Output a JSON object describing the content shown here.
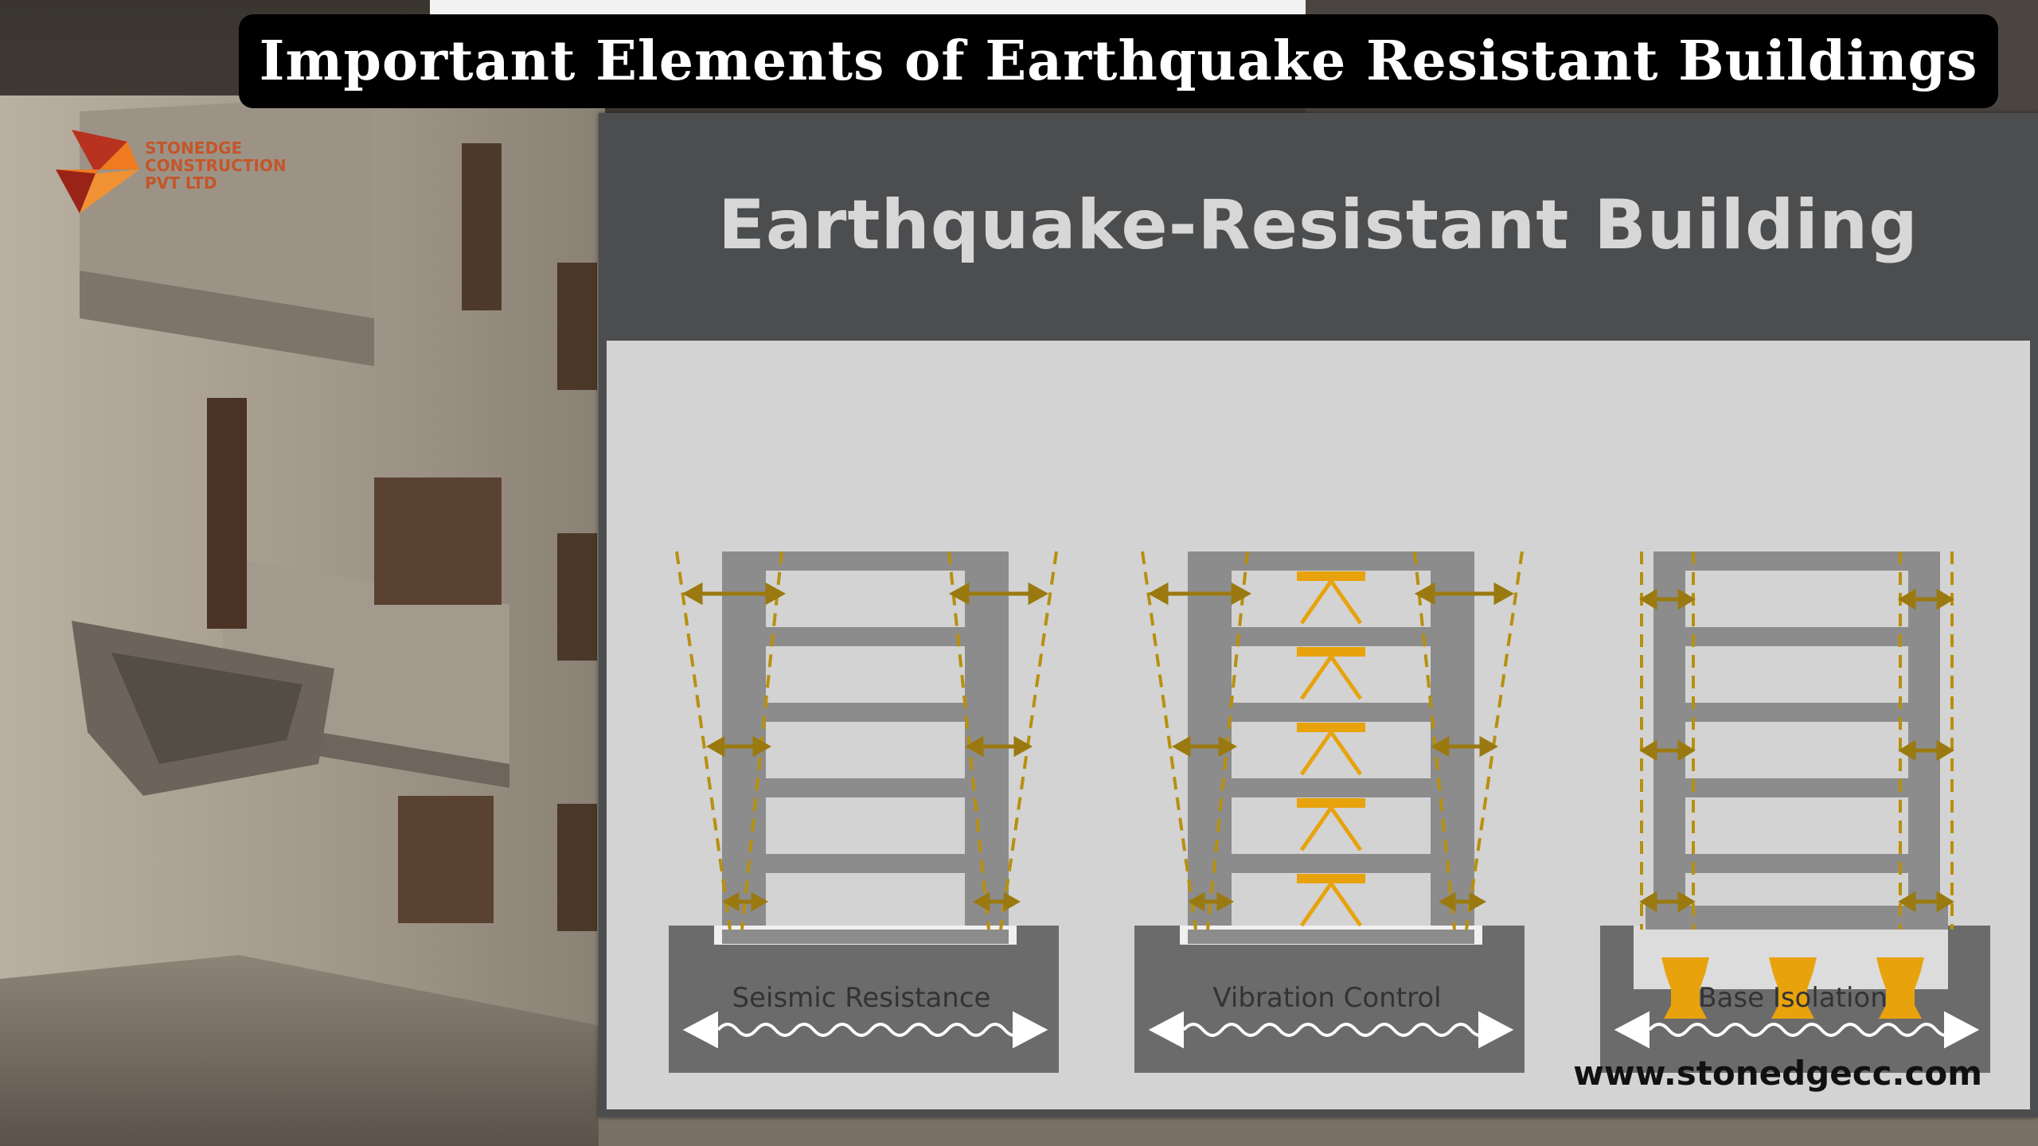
{
  "title": "Important Elements of Earthquake Resistant Buildings",
  "logo": {
    "line1": "STONEDGE",
    "line2": "CONSTRUCTION",
    "line3": "PVT LTD",
    "icon": "stonedge-logo-icon",
    "color": "#c4562a"
  },
  "panel": {
    "heading": "Earthquake-Resistant Building",
    "diagrams": [
      {
        "label": "Seismic Resistance",
        "type": "seismic-resistance"
      },
      {
        "label": "Vibration Control",
        "type": "vibration-control"
      },
      {
        "label": "Base Isolation",
        "type": "base-isolation"
      }
    ],
    "website": "www.stonedgecc.com"
  },
  "colors": {
    "accent": "#b8900e",
    "damper": "#e8a20c",
    "frame": "#8c8c8c",
    "ground": "#6b6b6b",
    "panel_bg": "#4c4d4f",
    "body_bg": "#d3d3d3"
  }
}
